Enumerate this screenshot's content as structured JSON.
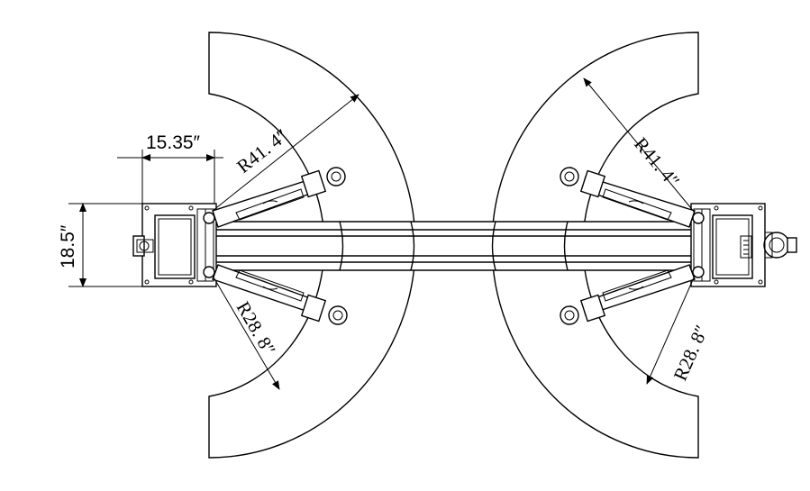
{
  "labels": {
    "width_dim": "15.35″",
    "height_dim": "18.5″",
    "left_outer_radius": "R41. 4″",
    "left_inner_radius": "R28. 8″",
    "right_outer_radius": "R41. 4″",
    "right_inner_radius": "R28. 8″"
  }
}
